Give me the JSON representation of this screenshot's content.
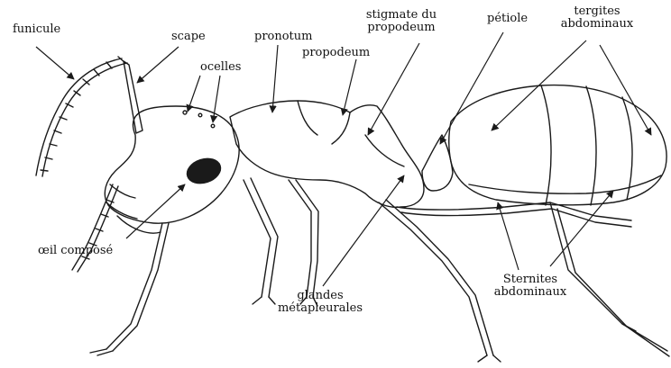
{
  "labels": {
    "funicule": "funicule",
    "scape": "scape",
    "ocelles": "ocelles",
    "pronotum": "pronotum",
    "propodeum": "propodeum",
    "stigmate_line1": "stigmate du",
    "stigmate_line2": "propodeum",
    "petiole": "pétiole",
    "tergites_line1": "tergites",
    "tergites_line2": "abdominaux",
    "oeil": "œil composé",
    "glandes_line1": "glandes",
    "glandes_line2": "métapleurales",
    "sternites_line1": "Sternites",
    "sternites_line2": "abdominaux"
  },
  "colors": {
    "ink": "#1a1a1a",
    "paper": "#ffffff"
  }
}
